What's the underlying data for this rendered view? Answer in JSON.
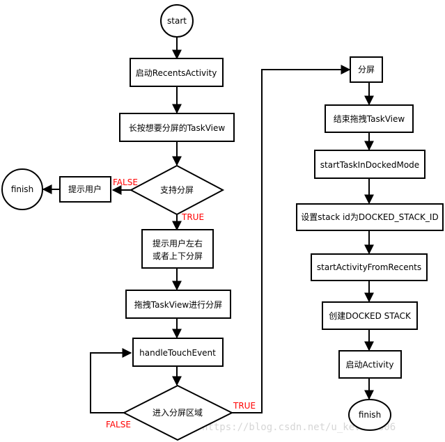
{
  "nodes": {
    "start": "start",
    "launch_recents": "启动RecentsActivity",
    "long_press": "长按想要分屏的TaskView",
    "supports_split": "支持分屏",
    "prompt_user": "提示用户",
    "finish_left": "finish",
    "prompt_lr_1": "提示用户左右",
    "prompt_lr_2": "或者上下分屏",
    "drag_split": "拖拽TaskView进行分屏",
    "handle_touch": "handleTouchEvent",
    "enter_zone": "进入分屏区域",
    "split": "分屏",
    "end_drag": "结束拖拽TaskView",
    "start_docked": "startTaskInDockedMode",
    "set_stack": "设置stack id为DOCKED_STACK_ID",
    "start_from_recents": "startActivityFromRecents",
    "create_docked": "创建DOCKED STACK",
    "launch_activity": "启动Activity",
    "finish_right": "finish"
  },
  "labels": {
    "false_support": "FALSE",
    "true_support": "TRUE",
    "true_zone": "TRUE",
    "false_zone": "FALSE"
  },
  "watermark": "https://blog.csdn.net/u_kevin0606",
  "colors": {
    "stroke": "#000000",
    "fill": "#ffffff",
    "branch_label": "#ff0000",
    "watermark": "#d6d6d6"
  }
}
